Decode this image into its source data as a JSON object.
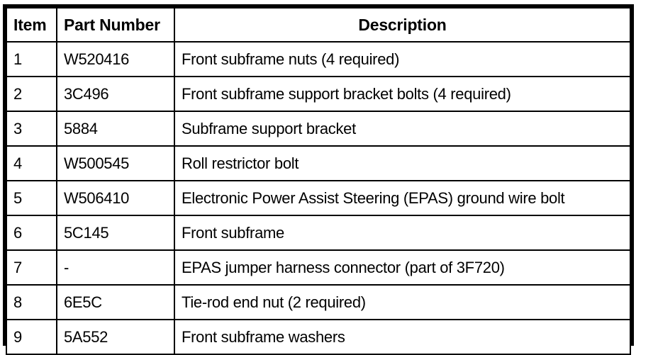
{
  "table": {
    "columns": [
      {
        "key": "item",
        "label": "Item",
        "align": "left"
      },
      {
        "key": "part_number",
        "label": "Part Number",
        "align": "left"
      },
      {
        "key": "description",
        "label": "Description",
        "align": "center"
      }
    ],
    "rows": [
      {
        "item": "1",
        "part_number": "W520416",
        "description": "Front subframe nuts (4 required)"
      },
      {
        "item": "2",
        "part_number": "3C496",
        "description": "Front subframe support bracket bolts (4 required)"
      },
      {
        "item": "3",
        "part_number": "5884",
        "description": "Subframe support bracket"
      },
      {
        "item": "4",
        "part_number": "W500545",
        "description": "Roll restrictor bolt"
      },
      {
        "item": "5",
        "part_number": "W506410",
        "description": "Electronic Power Assist Steering (EPAS) ground wire bolt"
      },
      {
        "item": "6",
        "part_number": "5C145",
        "description": "Front subframe"
      },
      {
        "item": "7",
        "part_number": "-",
        "description": "EPAS jumper harness connector (part of 3F720)"
      },
      {
        "item": "8",
        "part_number": "6E5C",
        "description": "Tie-rod end nut (2 required)"
      },
      {
        "item": "9",
        "part_number": "5A552",
        "description": "Front subframe washers"
      }
    ]
  },
  "colors": {
    "border": "#000000",
    "text": "#000000",
    "background": "#ffffff"
  }
}
